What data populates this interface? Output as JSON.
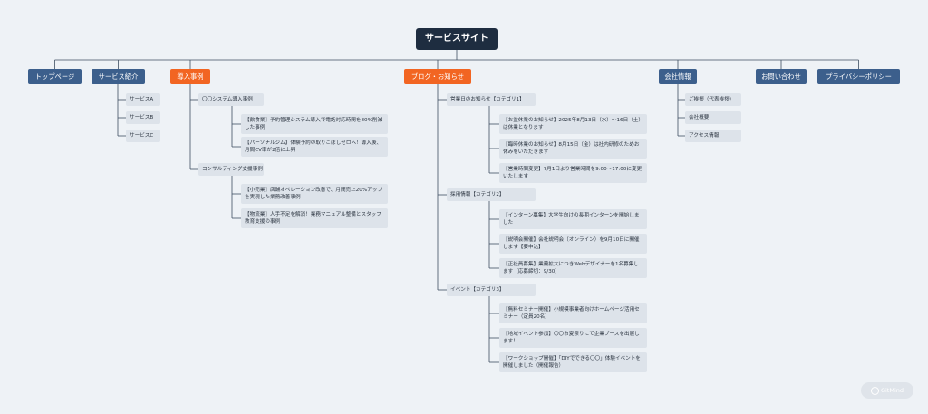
{
  "mindmap": {
    "root": "サービスサイト",
    "branches": [
      {
        "label": "トップページ",
        "style": "blue"
      },
      {
        "label": "サービス紹介",
        "style": "blue",
        "children": [
          {
            "label": "サービスA"
          },
          {
            "label": "サービスB"
          },
          {
            "label": "サービスC"
          }
        ]
      },
      {
        "label": "導入事例",
        "style": "orange",
        "children": [
          {
            "label": "〇〇システム導入事例",
            "children": [
              {
                "label": "【飲食業】予約管理システム導入で電話対応時間を80%削減した事例"
              },
              {
                "label": "【パーソナルジム】体験予約の取りこぼしゼロへ！導入後、月間CV率が2倍に上昇"
              }
            ]
          },
          {
            "label": "コンサルティング支援事例",
            "children": [
              {
                "label": "【小売業】店舗オペレーション改善で、月間売上20%アップを実現した業務改善事例"
              },
              {
                "label": "【物流業】人手不足を解消！業務マニュアル整備とスタッフ教育支援の事例"
              }
            ]
          }
        ]
      },
      {
        "label": "ブログ・お知らせ",
        "style": "orange",
        "children": [
          {
            "label": "営業日のお知らせ【カテゴリ1】",
            "children": [
              {
                "label": "【お盆休業のお知らせ】2025年8月13日（水）〜16日（土）は休業となります"
              },
              {
                "label": "【臨時休業のお知らせ】8月15日（金）は社内研修のためお休みをいただきます"
              },
              {
                "label": "【営業時間変更】7月1日より営業時間を9:00〜17:00に変更いたします"
              }
            ]
          },
          {
            "label": "採用情報【カテゴリ2】",
            "children": [
              {
                "label": "【インターン募集】大学生向けの長期インターンを開始しました"
              },
              {
                "label": "【説明会開催】会社説明会（オンライン）を9月10日に開催します【要申込】"
              },
              {
                "label": "【正社員募集】業務拡大につきWebデザイナーを1名募集します（応募締切：9/30）"
              }
            ]
          },
          {
            "label": "イベント【カテゴリ3】",
            "children": [
              {
                "label": "【無料セミナー開催】小規模事業者向けホームページ活用セミナー（定員20名）"
              },
              {
                "label": "【地域イベント参加】〇〇市夏祭りにて企業ブースを出展します！"
              },
              {
                "label": "【ワークショップ開催】「DIYでできる〇〇」体験イベントを開催しました（開催報告）"
              }
            ]
          }
        ]
      },
      {
        "label": "会社情報",
        "style": "blue",
        "children": [
          {
            "label": "ご挨拶（代表挨拶）"
          },
          {
            "label": "会社概要"
          },
          {
            "label": "アクセス情報"
          }
        ]
      },
      {
        "label": "お問い合わせ",
        "style": "blue"
      },
      {
        "label": "プライバシーポリシー",
        "style": "blue"
      }
    ]
  },
  "colors": {
    "line": "#3e4e62",
    "blue": "#3c5f8c",
    "orange": "#f26522",
    "root": "#1e2d40",
    "leaf": "#dde3ea"
  },
  "logo": {
    "text": "GitMind",
    "icon": "gitmind-logo-icon"
  }
}
